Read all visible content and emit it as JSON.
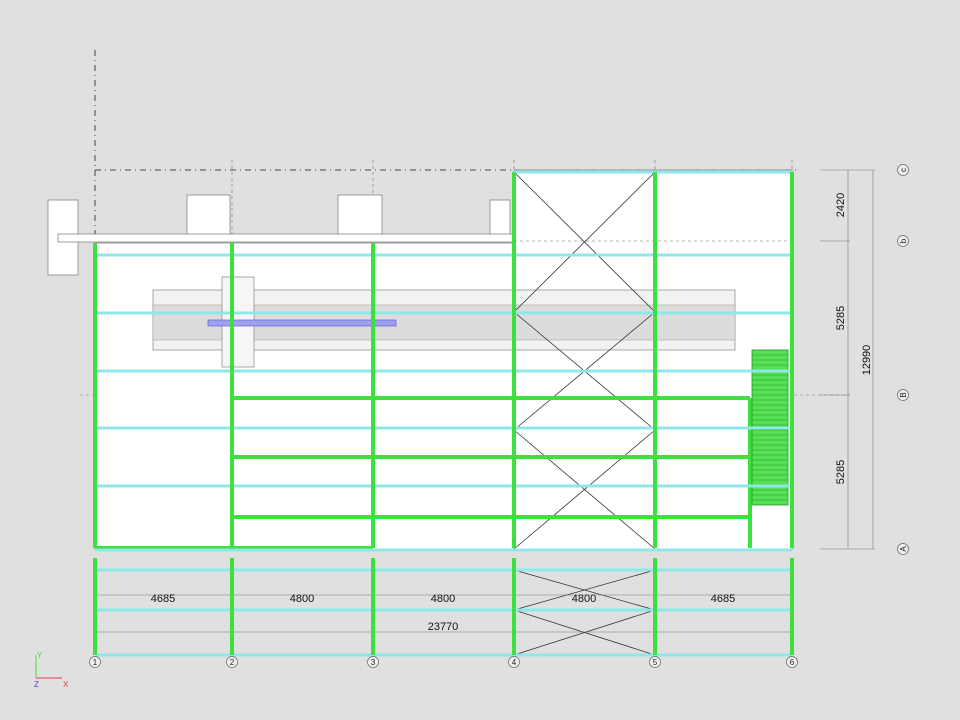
{
  "drawing": {
    "horizontal_dimensions": [
      "4685",
      "4800",
      "4800",
      "4800",
      "4685"
    ],
    "horizontal_total": "23770",
    "vertical_dimensions": [
      "2420",
      "5285",
      "5285"
    ],
    "vertical_total": "12990",
    "column_grid_labels": [
      "1",
      "2",
      "3",
      "4",
      "5",
      "6"
    ],
    "row_grid_labels": [
      "c",
      "b",
      "B",
      "A"
    ]
  },
  "axes": {
    "y": "Y",
    "z": "Z",
    "x": "X"
  },
  "colors": {
    "beam": "#3ee03e",
    "purlin": "#8ee8e8",
    "background": "#e0e0e0",
    "highlight": "#a0a0f0"
  }
}
